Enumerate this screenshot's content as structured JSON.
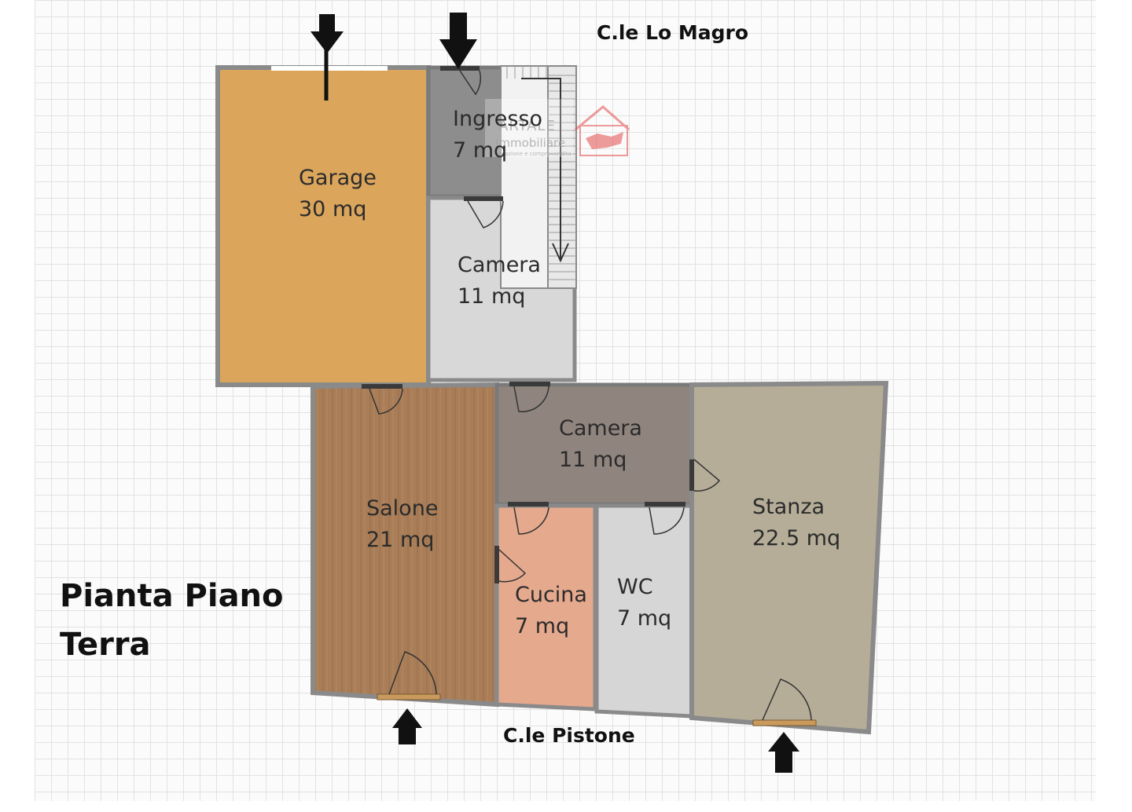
{
  "title": {
    "line1": "Pianta Piano",
    "line2": "Terra"
  },
  "streets": {
    "north": "C.le Lo Magro",
    "south": "C.le Pistone"
  },
  "rooms": {
    "garage": {
      "name": "Garage",
      "area": "30 mq",
      "color": "#dba55c"
    },
    "ingresso": {
      "name": "Ingresso",
      "area": "7 mq",
      "color": "#8d8d8d"
    },
    "camera1": {
      "name": "Camera",
      "area": "11 mq",
      "color": "#d8d8d8"
    },
    "salone": {
      "name": "Salone",
      "area": "21 mq",
      "color": "#a87d57"
    },
    "camera2": {
      "name": "Camera",
      "area": "11 mq",
      "color": "#8f857e"
    },
    "stanza": {
      "name": "Stanza",
      "area": "22.5 mq",
      "color": "#b5ad98"
    },
    "cucina": {
      "name": "Cucina",
      "area": "7 mq",
      "color": "#e5a98e"
    },
    "wc": {
      "name": "WC",
      "area": "7 mq",
      "color": "#d6d6d6"
    }
  },
  "watermark": {
    "name": "ARTALE",
    "line2": "Immobiliare",
    "tagline": "locazione e compravendita",
    "color": "#e34b4b"
  }
}
